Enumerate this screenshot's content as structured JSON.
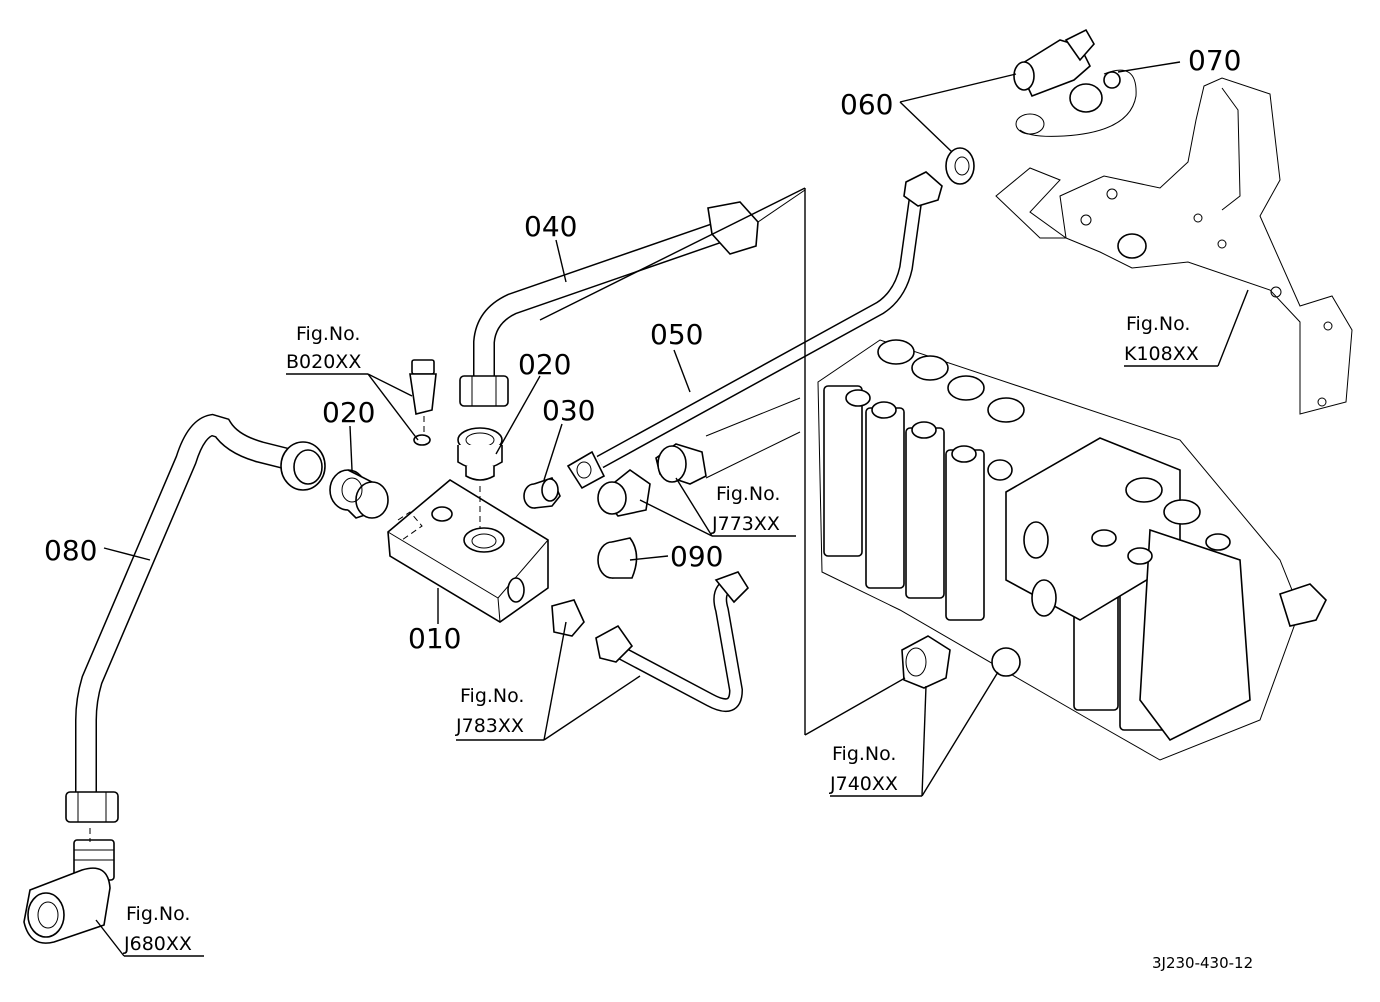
{
  "parts": {
    "p010": "010",
    "p020a": "020",
    "p020b": "020",
    "p030": "030",
    "p040": "040",
    "p050": "050",
    "p060": "060",
    "p070": "070",
    "p080": "080",
    "p090": "090"
  },
  "figrefs": {
    "b020": {
      "line1": "Fig.No.",
      "line2": "B020XX"
    },
    "k108": {
      "line1": "Fig.No.",
      "line2": "K108XX"
    },
    "j773": {
      "line1": "Fig.No.",
      "line2": "J773XX"
    },
    "j783": {
      "line1": "Fig.No.",
      "line2": "J783XX"
    },
    "j740": {
      "line1": "Fig.No.",
      "line2": "J740XX"
    },
    "j680": {
      "line1": "Fig.No.",
      "line2": "J680XX"
    }
  },
  "drawing_code": "3J230-430-12"
}
